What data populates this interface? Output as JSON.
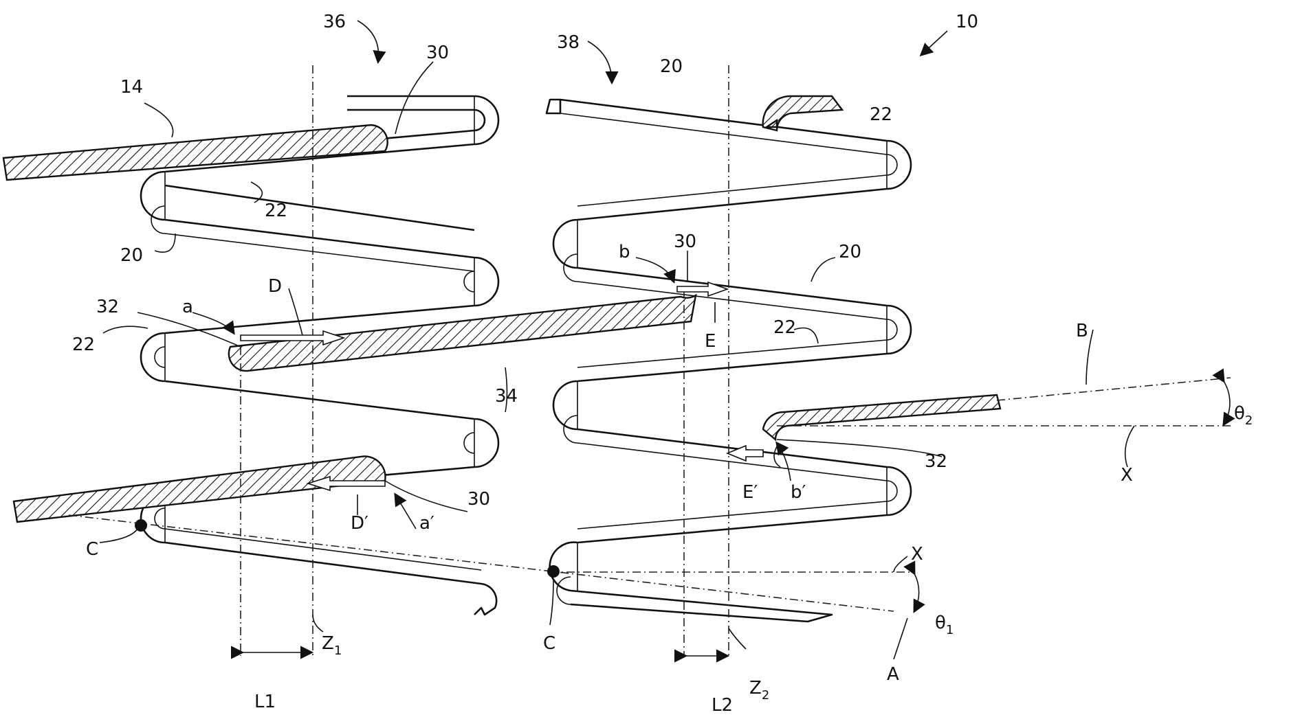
{
  "figure": {
    "reference_numeral": "10",
    "labels": {
      "n14": "14",
      "n20": "20",
      "n22": "22",
      "n30": "30",
      "n32": "32",
      "n34": "34",
      "n36": "36",
      "n38": "38",
      "a": "a",
      "a_prime": "a′",
      "b": "b",
      "b_prime": "b′",
      "D": "D",
      "D_prime": "D′",
      "E": "E",
      "E_prime": "E′",
      "C": "C",
      "X": "X",
      "A": "A",
      "B": "B",
      "theta": "θ",
      "theta1_sub": "1",
      "theta2_sub": "2",
      "Z": "Z",
      "Z1_sub": "1",
      "Z2_sub": "2",
      "L1": "L1",
      "L2": "L2"
    }
  },
  "colors": {
    "line": "#111111",
    "background": "#ffffff"
  }
}
